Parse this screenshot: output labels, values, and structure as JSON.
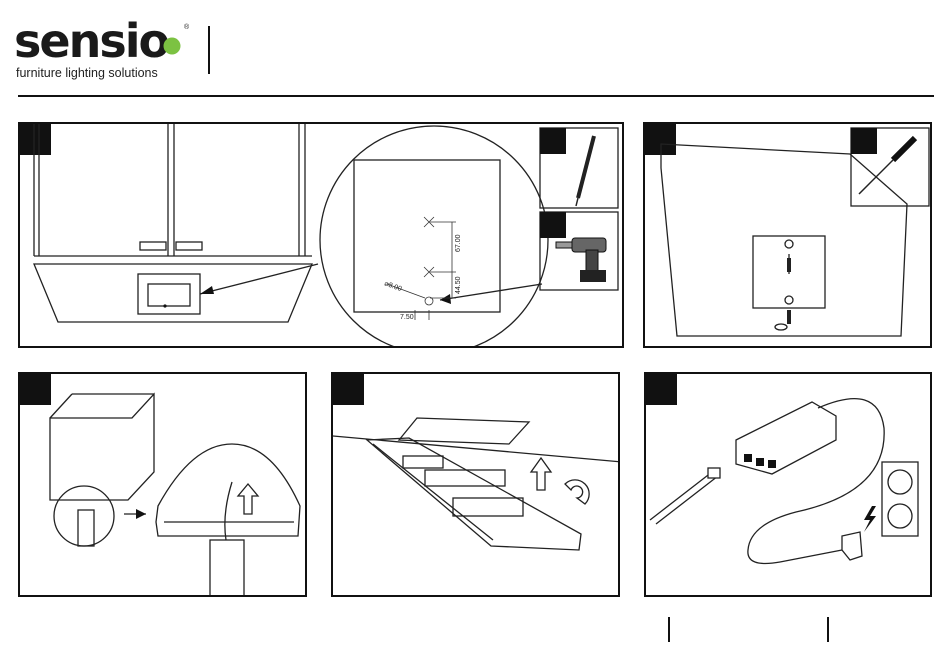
{
  "header": {
    "brand": "sensio",
    "registered": "®",
    "tagline": "furniture lighting solutions"
  },
  "panels": [
    {
      "id": "drill-mark",
      "dimensions": {
        "d1": "67.00",
        "d2": "44.50",
        "dia": "⌀8.00",
        "w": "7.50"
      }
    },
    {
      "id": "screw-plate"
    },
    {
      "id": "cable-route"
    },
    {
      "id": "magnet-mount"
    },
    {
      "id": "power-connect"
    }
  ],
  "icons": [
    "pencil-icon",
    "drill-icon",
    "screwdriver-icon",
    "arrow-up-icon",
    "magnet-icon",
    "lightning-icon"
  ]
}
